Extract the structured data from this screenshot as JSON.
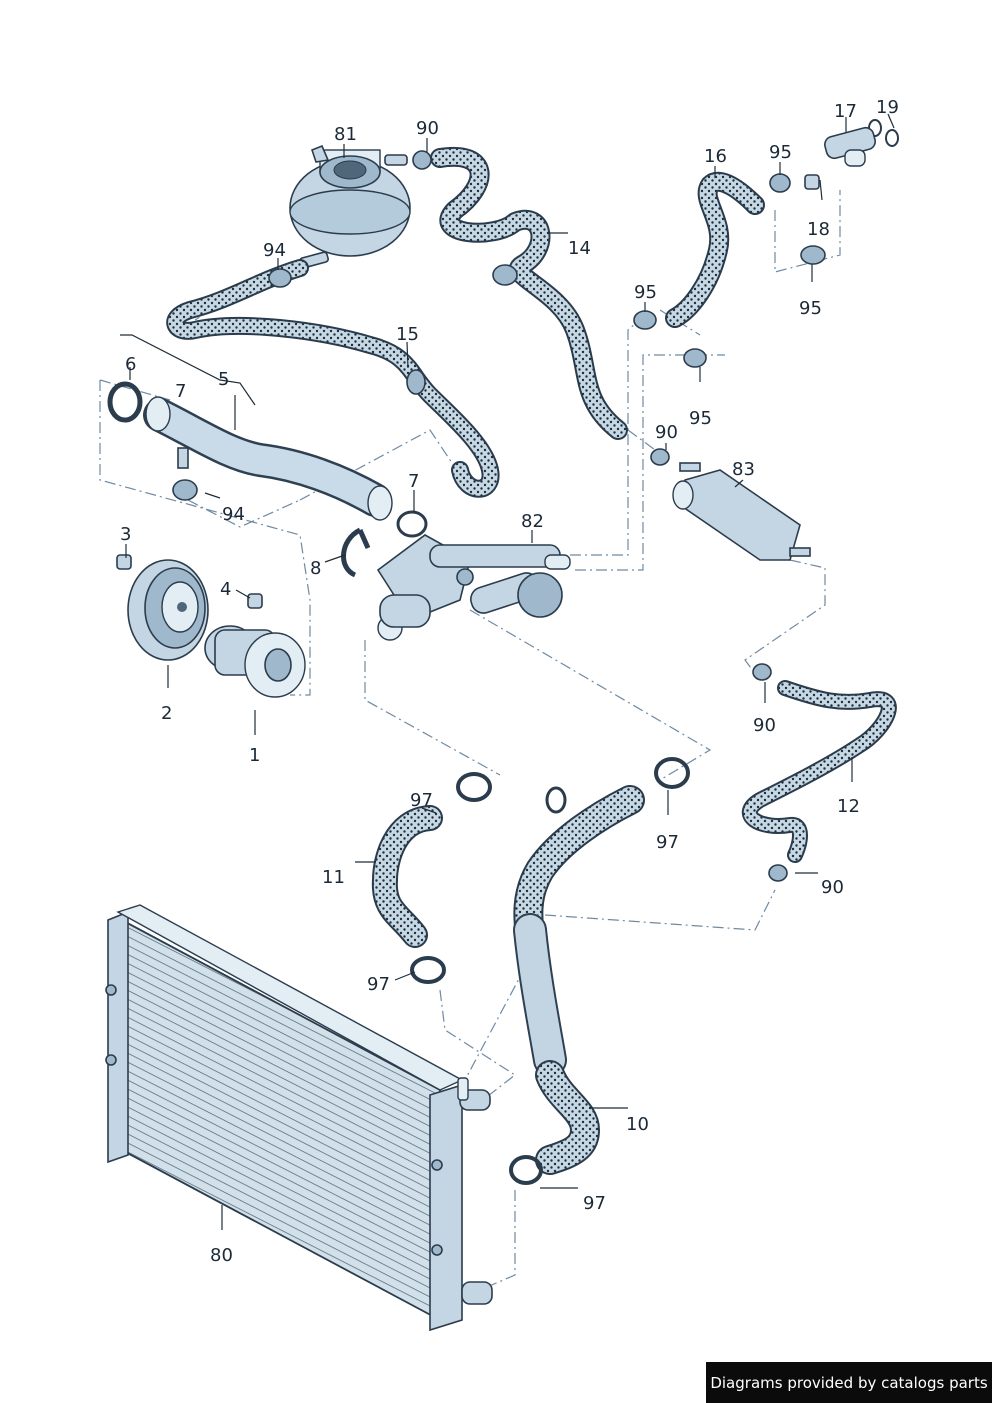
{
  "callouts": [
    {
      "id": "c81",
      "text": "81"
    },
    {
      "id": "c90a",
      "text": "90"
    },
    {
      "id": "c17",
      "text": "17"
    },
    {
      "id": "c19",
      "text": "19"
    },
    {
      "id": "c16",
      "text": "16"
    },
    {
      "id": "c95a",
      "text": "95"
    },
    {
      "id": "c18",
      "text": "18"
    },
    {
      "id": "c95b",
      "text": "95"
    },
    {
      "id": "c94a",
      "text": "94"
    },
    {
      "id": "c14",
      "text": "14"
    },
    {
      "id": "c95c",
      "text": "95"
    },
    {
      "id": "c95d",
      "text": "95"
    },
    {
      "id": "c15",
      "text": "15"
    },
    {
      "id": "c6",
      "text": "6"
    },
    {
      "id": "c7a",
      "text": "7"
    },
    {
      "id": "c5",
      "text": "5"
    },
    {
      "id": "c90b",
      "text": "90"
    },
    {
      "id": "c83",
      "text": "83"
    },
    {
      "id": "c94b",
      "text": "94"
    },
    {
      "id": "c7b",
      "text": "7"
    },
    {
      "id": "c82",
      "text": "82"
    },
    {
      "id": "c3",
      "text": "3"
    },
    {
      "id": "c8",
      "text": "8"
    },
    {
      "id": "c4",
      "text": "4"
    },
    {
      "id": "c2",
      "text": "2"
    },
    {
      "id": "c1",
      "text": "1"
    },
    {
      "id": "c90c",
      "text": "90"
    },
    {
      "id": "c97a",
      "text": "97"
    },
    {
      "id": "c97b",
      "text": "97"
    },
    {
      "id": "c12",
      "text": "12"
    },
    {
      "id": "c11",
      "text": "11"
    },
    {
      "id": "c90d",
      "text": "90"
    },
    {
      "id": "c97c",
      "text": "97"
    },
    {
      "id": "c10",
      "text": "10"
    },
    {
      "id": "c97d",
      "text": "97"
    },
    {
      "id": "c80",
      "text": "80"
    }
  ],
  "footer": {
    "text": "Diagrams provided by catalogs parts"
  }
}
